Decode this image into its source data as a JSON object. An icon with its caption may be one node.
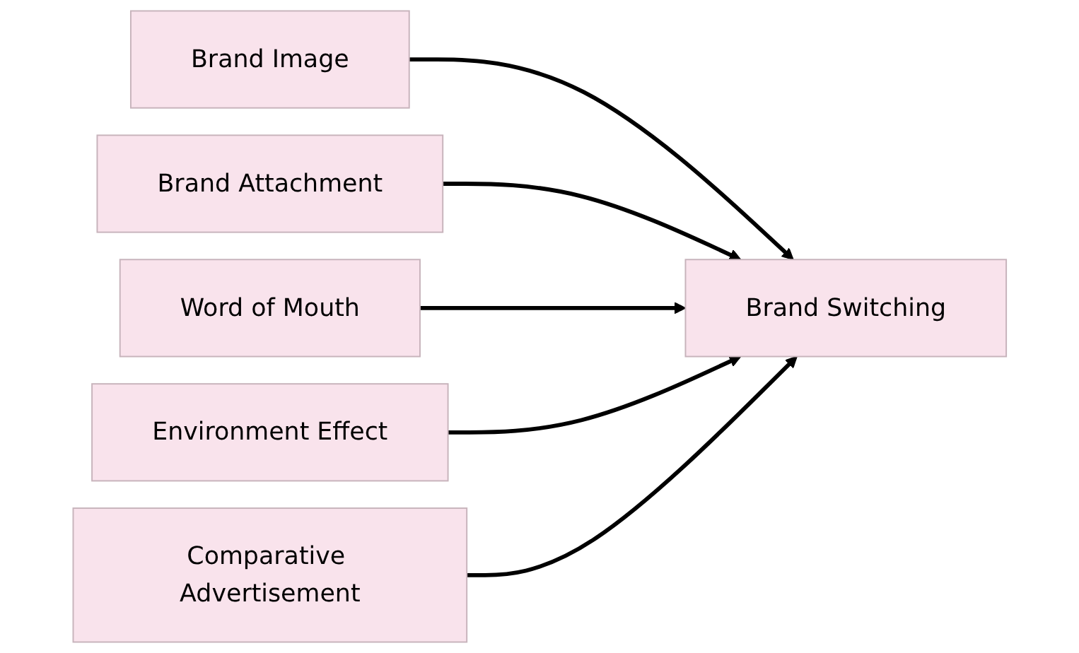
{
  "diagram": {
    "nodes": [
      {
        "text": [
          "Brand Image"
        ]
      },
      {
        "text": [
          "Brand Attachment"
        ]
      },
      {
        "text": [
          "Word of Mouth"
        ]
      },
      {
        "text": [
          "Environment Effect"
        ]
      },
      {
        "text": [
          "Comparative Advertisement"
        ]
      },
      {
        "text": [
          "Brand Switching"
        ]
      }
    ],
    "edges": [
      {
        "from": 0,
        "to": 5,
        "arrow": "to"
      },
      {
        "from": 1,
        "to": 5,
        "arrow": "to"
      },
      {
        "from": 2,
        "to": 5,
        "arrow": "to"
      },
      {
        "from": 3,
        "to": 5,
        "arrow": "to"
      },
      {
        "from": 4,
        "to": 5,
        "arrow": "to"
      }
    ]
  }
}
